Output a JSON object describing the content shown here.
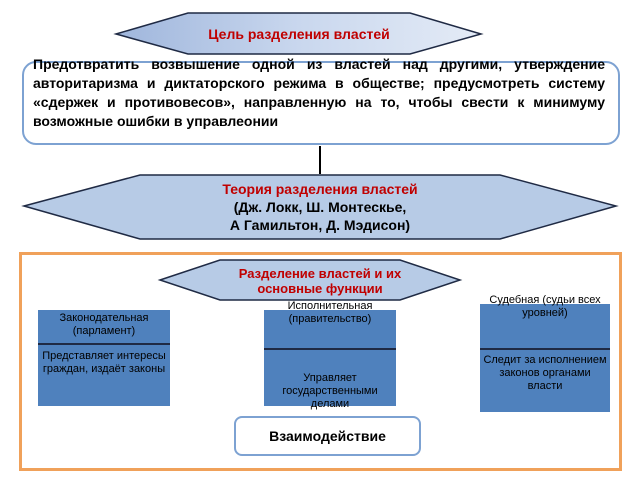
{
  "goal": {
    "title": "Цель  разделения властей",
    "text": "Предотвратить возвышение одной из властей над другими, утверждение авторитаризма и диктаторского режима в обществе; предусмотреть систему «сдержек и противовесов», направленную на то, чтобы свести к минимуму возможные ошибки в управлеонии"
  },
  "theory": {
    "title": "Теория  разделения  властей",
    "authors_line1": "(Дж. Локк,  Ш. Монтескье,",
    "authors_line2": "А Гамильтон,  Д. Мэдисон)"
  },
  "separation": {
    "title": "Разделение властей и их основные функции",
    "branches": [
      {
        "title": "Законодательная (парламент)",
        "desc": "Представляет интересы граждан, издаёт законы"
      },
      {
        "title": "Исполнительная (правительство)",
        "desc": "Управляет государственными делами"
      },
      {
        "title": "Судебная (судьи всех уровней)",
        "desc": "Следит за исполнением законов органами власти"
      }
    ],
    "interaction": "Взаимодействие"
  },
  "colors": {
    "hex_fill_light": "#dbe4f3",
    "hex_fill_dark": "#9fb6dc",
    "hex_stroke": "#1f2a44",
    "title_red": "#c00000",
    "branch_fill": "#4f81bd",
    "frame_orange": "#f0a15a"
  }
}
